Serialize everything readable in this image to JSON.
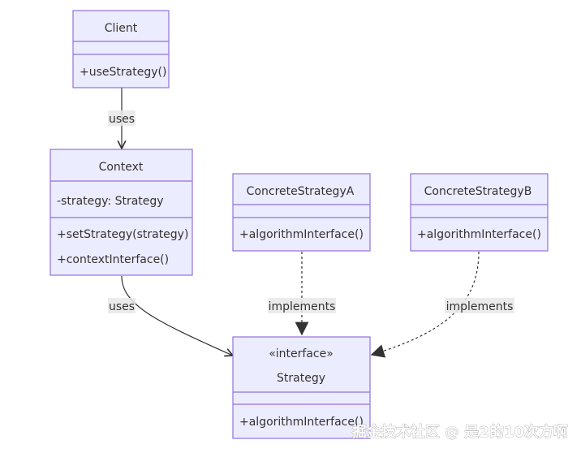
{
  "classes": {
    "client": {
      "name": "Client",
      "methods": [
        "+useStrategy()"
      ]
    },
    "context": {
      "name": "Context",
      "attributes": [
        "-strategy: Strategy"
      ],
      "methods": [
        "+setStrategy(strategy)",
        "+contextInterface()"
      ]
    },
    "concrete_a": {
      "name": "ConcreteStrategyA",
      "methods": [
        "+algorithmInterface()"
      ]
    },
    "concrete_b": {
      "name": "ConcreteStrategyB",
      "methods": [
        "+algorithmInterface()"
      ]
    },
    "strategy": {
      "stereotype": "«interface»",
      "name": "Strategy",
      "methods": [
        "+algorithmInterface()"
      ]
    }
  },
  "edges": {
    "client_context": "uses",
    "context_strategy": "uses",
    "a_strategy": "implements",
    "b_strategy": "implements"
  },
  "watermark": "掘金技术社区 @ 是2的10次方啊"
}
